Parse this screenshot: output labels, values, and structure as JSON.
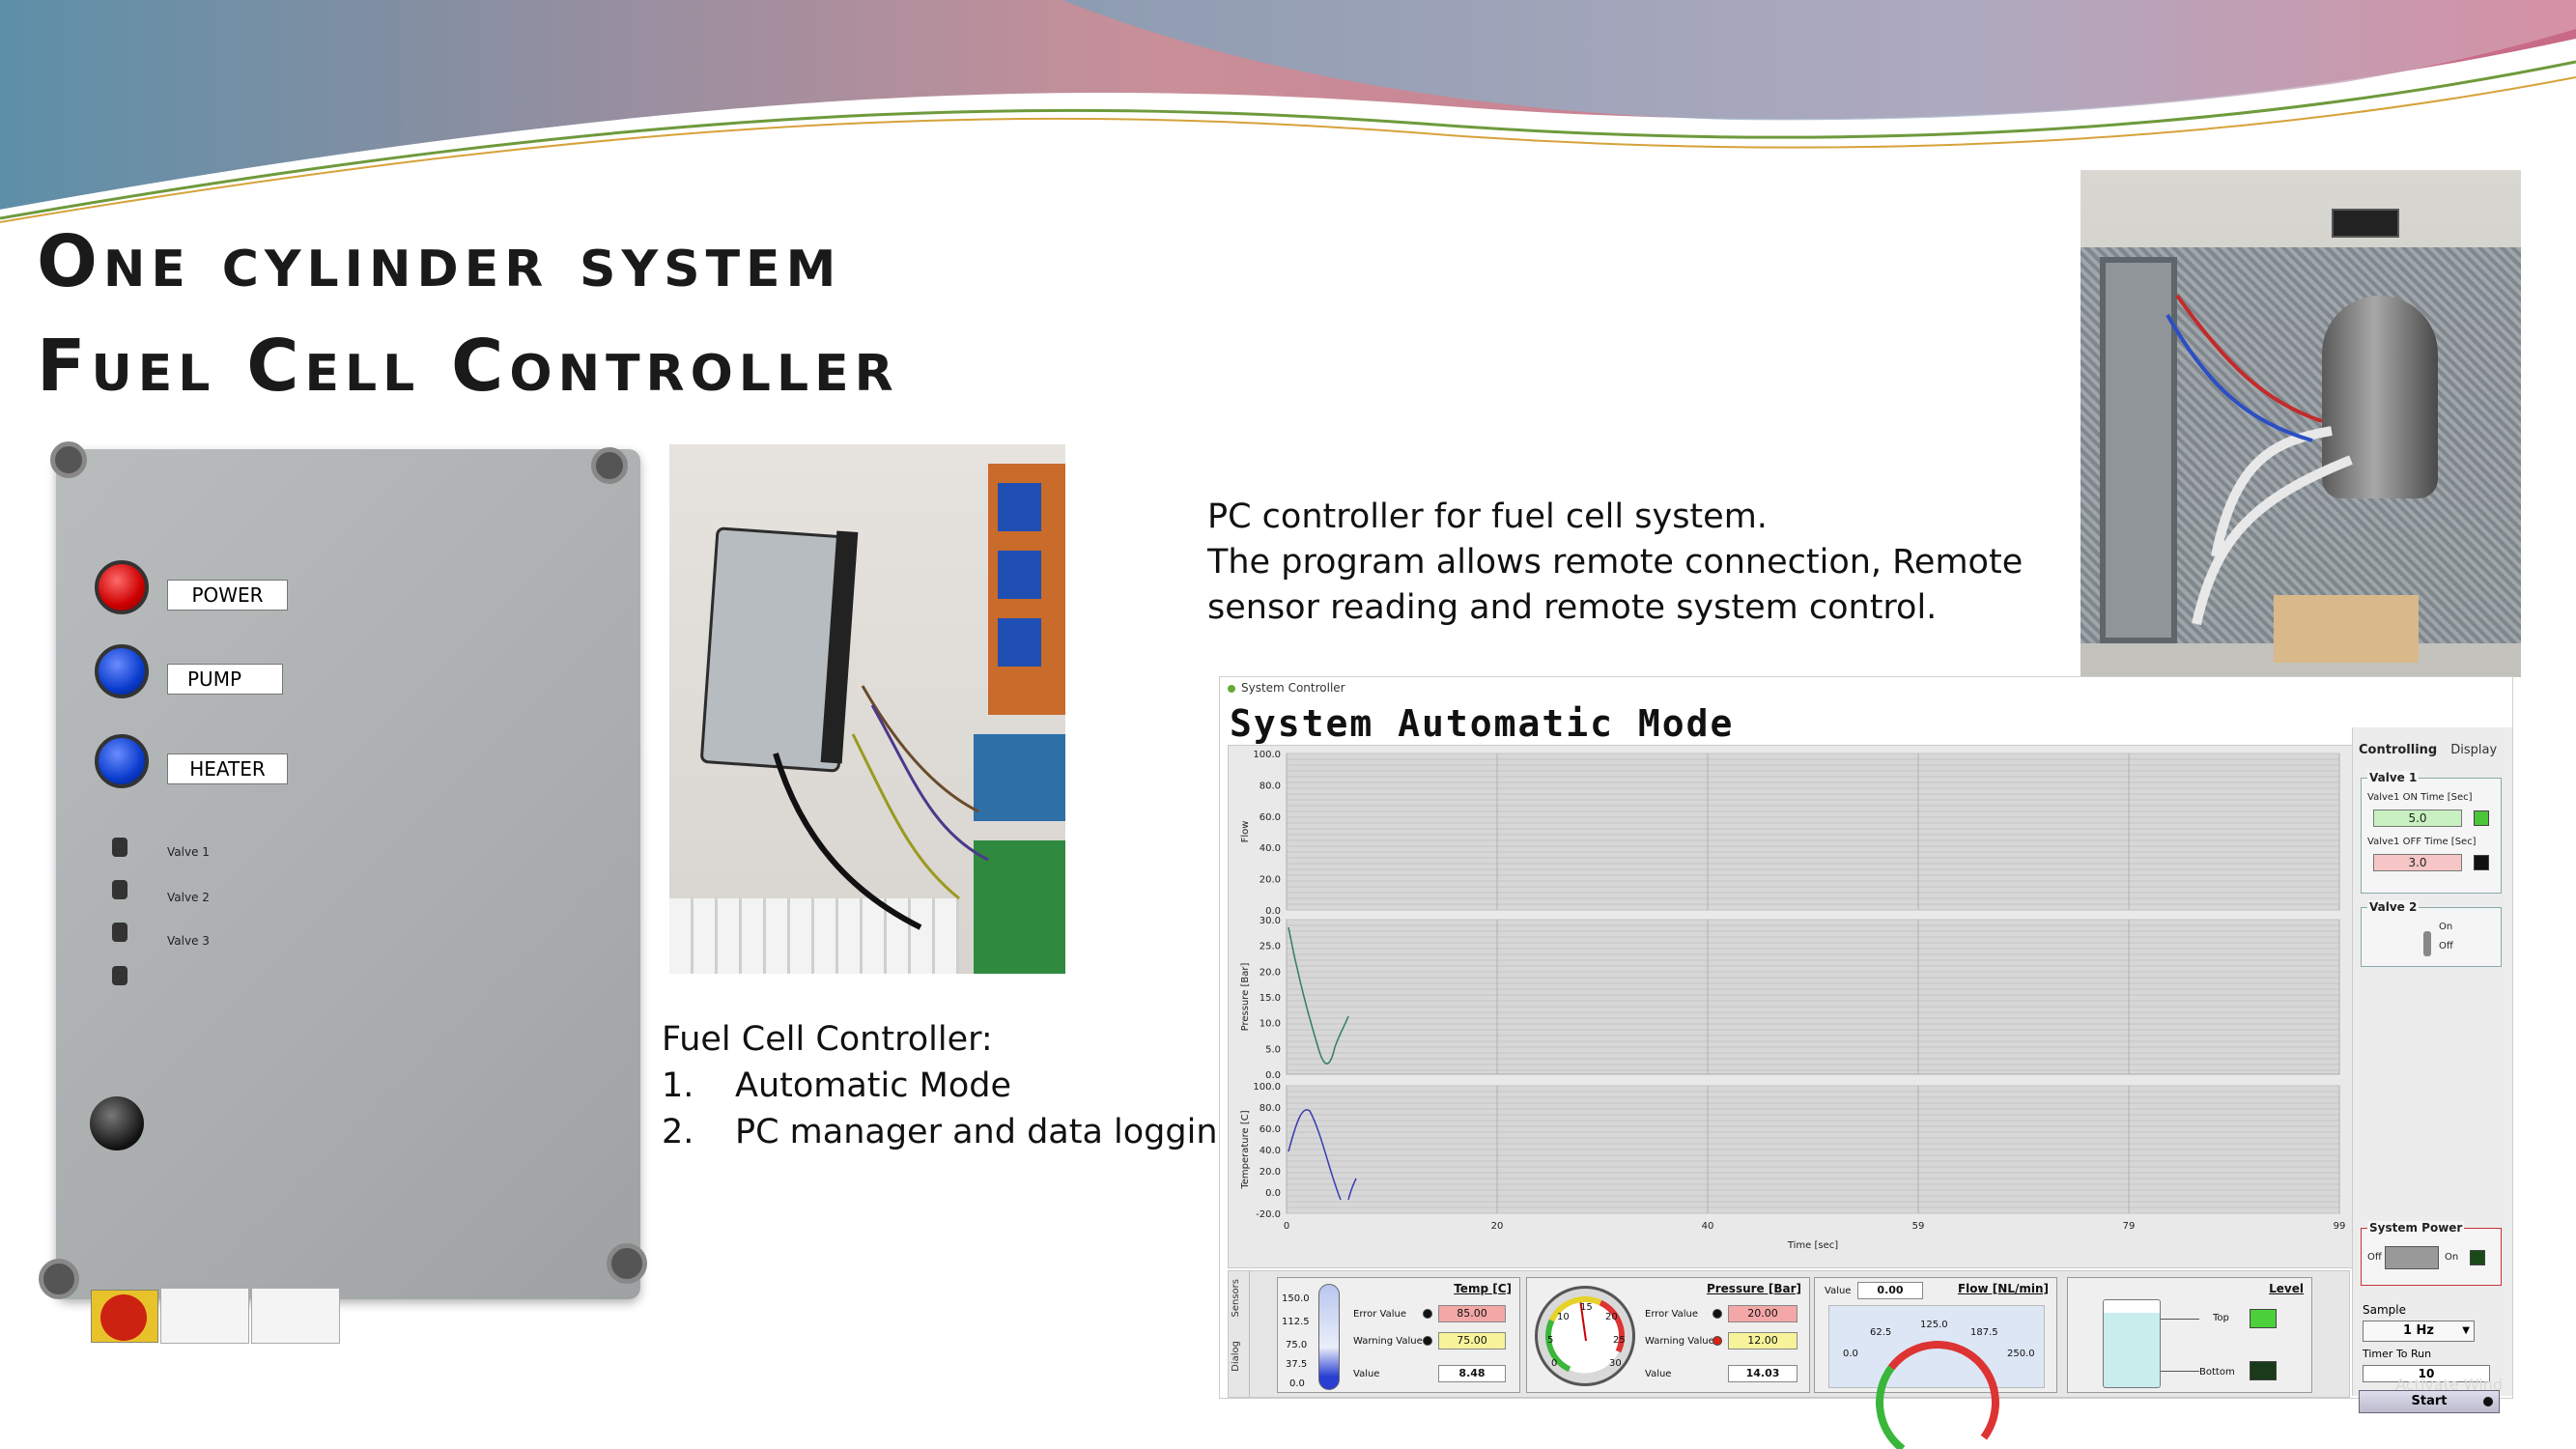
{
  "slide": {
    "title_line1": "One cylinder system",
    "title_line2": "Fuel Cell Controller"
  },
  "controller_box": {
    "buttons": [
      "POWER",
      "PUMP",
      "HEATER"
    ],
    "valves": [
      "Valve 1",
      "Valve 2",
      "Valve 3"
    ]
  },
  "pc_caption": {
    "line1": "PC controller for fuel cell system.",
    "line2": "The program allows remote connection, Remote",
    "line3": "sensor reading and remote system control."
  },
  "fc_caption": {
    "heading": "Fuel Cell Controller:",
    "items": [
      {
        "num": "1.",
        "text": "Automatic Mode"
      },
      {
        "num": "2.",
        "text": "PC manager and data logging"
      }
    ]
  },
  "window": {
    "title": "System Controller",
    "mode_header": "System Automatic Mode",
    "graphs": [
      {
        "ylabel": "Flow",
        "ticks": [
          "100.0",
          "80.0",
          "60.0",
          "40.0",
          "20.0",
          "0.0"
        ]
      },
      {
        "ylabel": "Pressure [Bar]",
        "ticks": [
          "30.0",
          "25.0",
          "20.0",
          "15.0",
          "10.0",
          "5.0",
          "0.0"
        ]
      },
      {
        "ylabel": "Temperature [C]",
        "ticks": [
          "100.0",
          "80.0",
          "60.0",
          "40.0",
          "20.0",
          "0.0",
          "-20.0"
        ]
      }
    ],
    "x_ticks": [
      "0",
      "20",
      "40",
      "59",
      "79",
      "99"
    ],
    "x_label": "Time [sec]",
    "side": {
      "tab_controlling": "Controlling",
      "tab_display": "Display",
      "valve1_title": "Valve 1",
      "valve1_on_label": "Valve1 ON Time [Sec]",
      "valve1_on_value": "5.0",
      "valve1_off_label": "Valve1 OFF Time [Sec]",
      "valve1_off_value": "3.0",
      "valve2_title": "Valve 2",
      "valve2_on": "On",
      "valve2_off": "Off",
      "power_title": "System Power",
      "power_off": "Off",
      "power_on": "On",
      "sample_label": "Sample",
      "sample_value": "1 Hz",
      "timer_label": "Timer To Run",
      "timer_value": "10",
      "start_label": "Start"
    },
    "bottom": {
      "tab_sensors": "Sensors",
      "tab_dialog": "Dialog",
      "temp": {
        "header": "Temp [C]",
        "scale": [
          "150.0",
          "112.5",
          "75.0",
          "37.5",
          "0.0"
        ],
        "error_label": "Error Value",
        "error_value": "85.00",
        "warning_label": "Warning Value",
        "warning_value": "75.00",
        "value_label": "Value",
        "value": "8.48"
      },
      "pressure": {
        "header": "Pressure [Bar]",
        "dial": [
          "0",
          "5",
          "10",
          "15",
          "20",
          "25",
          "30"
        ],
        "error_label": "Error Value",
        "error_value": "20.00",
        "warning_label": "Warning Value",
        "warning_value": "12.00",
        "value_label": "Value",
        "value": "14.03"
      },
      "flow": {
        "header": "Flow [NL/min]",
        "value_label": "Value",
        "value": "0.00",
        "dial": [
          "0.0",
          "62.5",
          "125.0",
          "187.5",
          "250.0"
        ]
      },
      "level": {
        "header": "Level",
        "top": "Top",
        "bottom": "Bottom"
      }
    },
    "watermark": "Activate Wind"
  }
}
